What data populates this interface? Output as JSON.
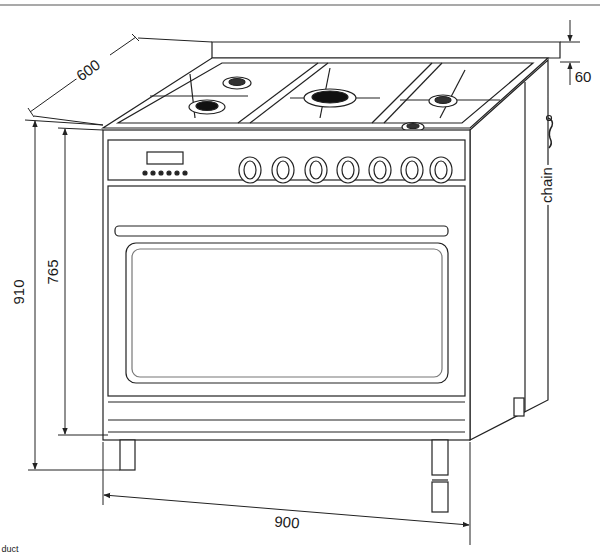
{
  "diagram": {
    "labels": [
      "600",
      "60",
      "chain",
      "910",
      "765",
      "900",
      "duct"
    ]
  }
}
